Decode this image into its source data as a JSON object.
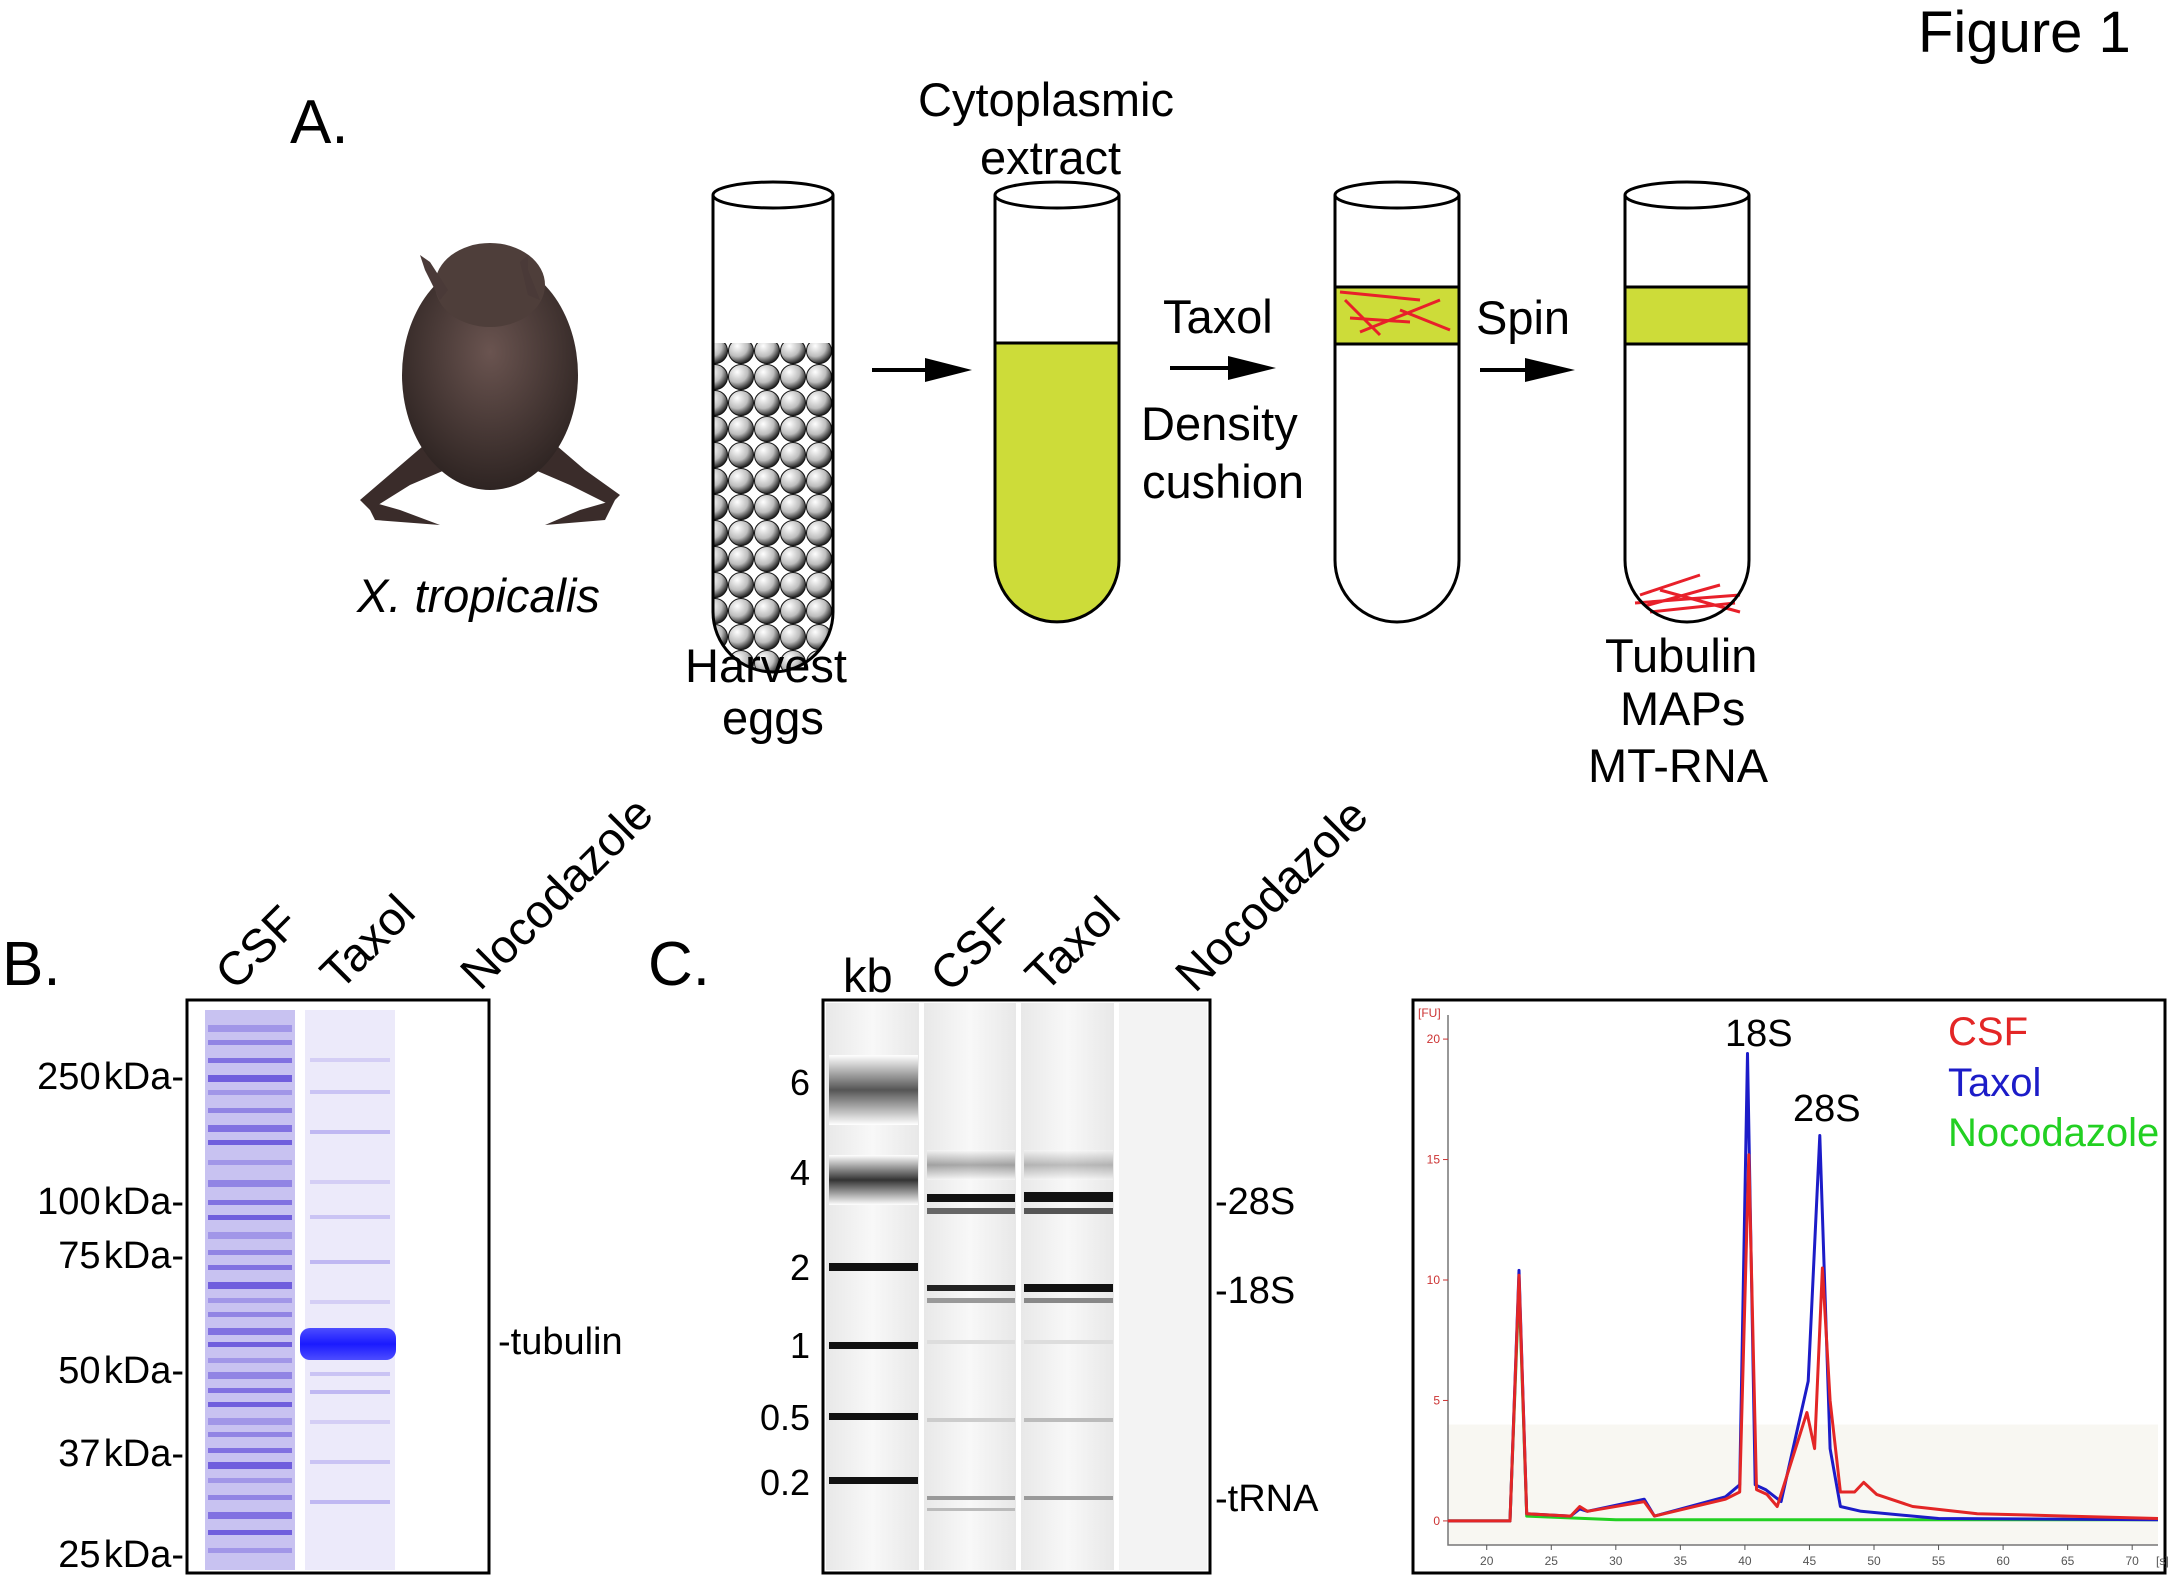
{
  "figure_title": "Figure 1",
  "panel_a": {
    "label": "A.",
    "organism": "X. tropicalis",
    "step_harvest": [
      "Harvest",
      "eggs"
    ],
    "extract_label": [
      "Cytoplasmic",
      "extract"
    ],
    "step_taxol": "Taxol",
    "step_cushion": [
      "Density",
      "cushion"
    ],
    "step_spin": "Spin",
    "products": [
      "Tubulin",
      "MAPs",
      "MT-RNA"
    ]
  },
  "panel_b": {
    "label": "B.",
    "lanes": [
      "CSF",
      "Taxol",
      "Nocodazole"
    ],
    "markers": [
      {
        "value": "250",
        "unit": "kDa-"
      },
      {
        "value": "100",
        "unit": "kDa-"
      },
      {
        "value": "75",
        "unit": "kDa-"
      },
      {
        "value": "50",
        "unit": "kDa-"
      },
      {
        "value": "37",
        "unit": "kDa-"
      },
      {
        "value": "25",
        "unit": "kDa-"
      }
    ],
    "band_label": "-tubulin"
  },
  "panel_c": {
    "label": "C.",
    "lanes": [
      "kb",
      "CSF",
      "Taxol",
      "Nocodazole"
    ],
    "ladder": [
      "6",
      "4",
      "2",
      "1",
      "0.5",
      "0.2"
    ],
    "band_labels": [
      "-28S",
      "-18S",
      "-tRNA"
    ]
  },
  "colors": {
    "extract": "#cddc39",
    "microtubule": "#e8202a",
    "gel": "#8a7ae0",
    "tubulin_band": "#2020ff",
    "csf": "#e32626",
    "taxol": "#1c1cc8",
    "nocodazole": "#22d022"
  },
  "chart_data": {
    "type": "line",
    "ylabel": "[FU]",
    "xlabel": "[s]",
    "xlim": [
      17,
      72
    ],
    "ylim": [
      -1,
      21
    ],
    "xticks": [
      "20",
      "25",
      "30",
      "35",
      "40",
      "45",
      "50",
      "55",
      "60",
      "65",
      "70"
    ],
    "yticks": [
      "0",
      "5",
      "10",
      "15",
      "20"
    ],
    "annotations": [
      "18S",
      "28S"
    ],
    "legend_position": "top-right",
    "series": [
      {
        "name": "CSF",
        "color": "#e32626",
        "points": [
          [
            17,
            0
          ],
          [
            21.8,
            0
          ],
          [
            22.5,
            10.2
          ],
          [
            23.1,
            0.3
          ],
          [
            26.5,
            0.2
          ],
          [
            27.2,
            0.6
          ],
          [
            27.8,
            0.4
          ],
          [
            32.2,
            0.8
          ],
          [
            33,
            0.2
          ],
          [
            38.5,
            0.9
          ],
          [
            39.6,
            1.2
          ],
          [
            40.3,
            15.2
          ],
          [
            40.9,
            1.3
          ],
          [
            41.7,
            1.1
          ],
          [
            42.5,
            0.6
          ],
          [
            44.8,
            4.5
          ],
          [
            45.4,
            3
          ],
          [
            46,
            10.5
          ],
          [
            46.6,
            5
          ],
          [
            47.4,
            1.2
          ],
          [
            48.5,
            1.2
          ],
          [
            49.2,
            1.6
          ],
          [
            50.2,
            1.1
          ],
          [
            53,
            0.6
          ],
          [
            58,
            0.3
          ],
          [
            65,
            0.2
          ],
          [
            72,
            0.1
          ]
        ]
      },
      {
        "name": "Taxol",
        "color": "#1c1cc8",
        "points": [
          [
            17,
            0
          ],
          [
            21.8,
            0
          ],
          [
            22.5,
            10.4
          ],
          [
            23.1,
            0.3
          ],
          [
            26.5,
            0.2
          ],
          [
            27.2,
            0.5
          ],
          [
            27.8,
            0.4
          ],
          [
            32.2,
            0.9
          ],
          [
            33,
            0.2
          ],
          [
            38.5,
            1
          ],
          [
            39.6,
            1.5
          ],
          [
            40.2,
            19.4
          ],
          [
            40.8,
            1.5
          ],
          [
            41.6,
            1.3
          ],
          [
            42.8,
            0.8
          ],
          [
            44.9,
            5.8
          ],
          [
            45.8,
            16
          ],
          [
            46.6,
            3
          ],
          [
            47.4,
            0.6
          ],
          [
            49,
            0.4
          ],
          [
            55,
            0.1
          ],
          [
            72,
            0.05
          ]
        ]
      },
      {
        "name": "Nocodazole",
        "color": "#22d022",
        "points": [
          [
            17,
            0
          ],
          [
            21.8,
            0
          ],
          [
            22.5,
            9.8
          ],
          [
            23.1,
            0.2
          ],
          [
            30,
            0.05
          ],
          [
            72,
            0.05
          ]
        ]
      }
    ]
  }
}
